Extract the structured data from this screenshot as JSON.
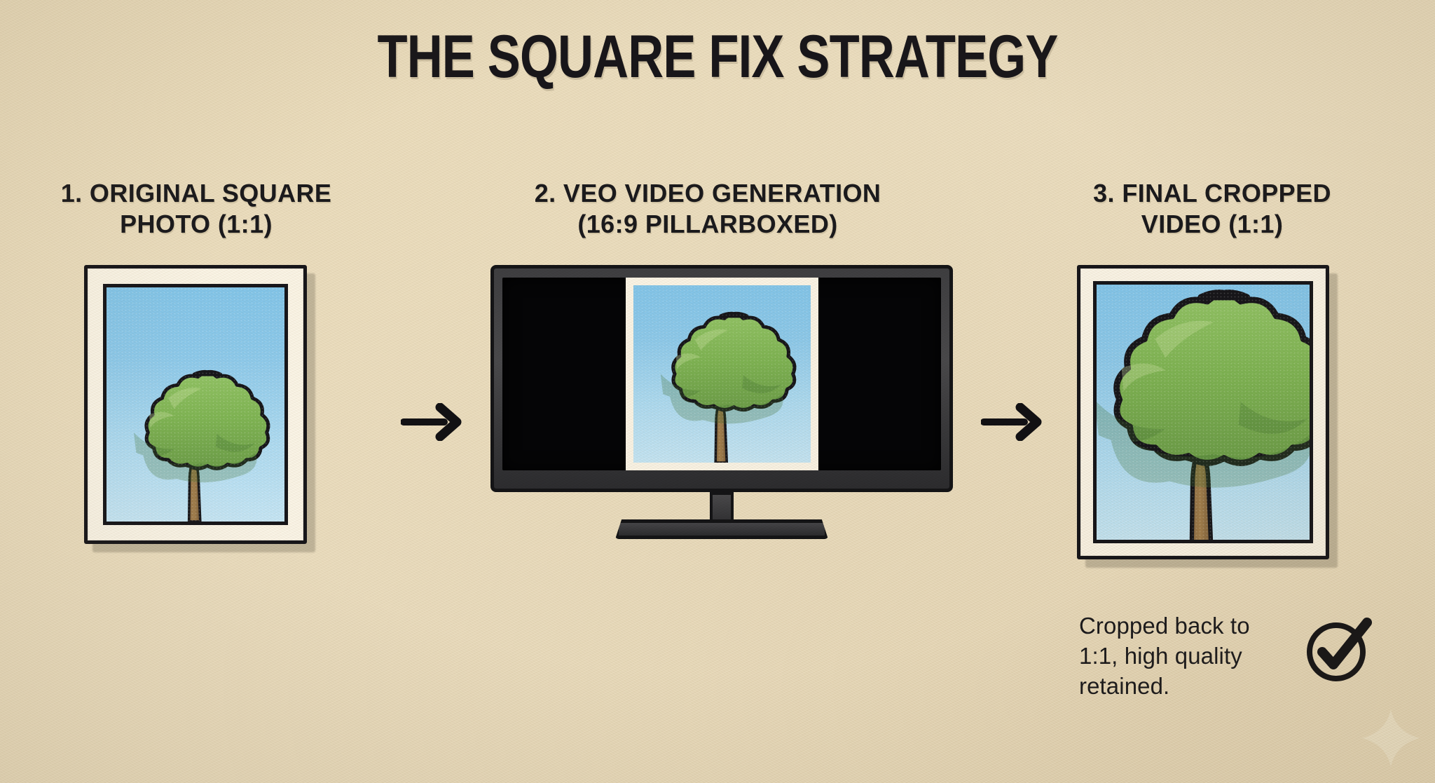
{
  "page": {
    "title": "THE SQUARE FIX STRATEGY",
    "background_color": "#ecdfc2",
    "ink_color": "#18161a"
  },
  "steps": [
    {
      "id": "original-square-photo",
      "heading_line1": "1. ORIGINAL SQUARE",
      "heading_line2": "PHOTO (1:1)",
      "aspect_ratio": "1:1",
      "visual": "framed-photo-of-tree"
    },
    {
      "id": "veo-video-generation",
      "heading_line1": "2. VEO VIDEO GENERATION",
      "heading_line2": "(16:9 PILLARBOXED)",
      "aspect_ratio": "16:9",
      "visual": "television-with-pillarboxed-square-photo"
    },
    {
      "id": "final-cropped-video",
      "heading_line1": "3. FINAL CROPPED",
      "heading_line2": "VIDEO (1:1)",
      "aspect_ratio": "1:1",
      "visual": "framed-photo-of-tree-cropped"
    }
  ],
  "arrows": {
    "first_label": "arrow pointing right",
    "second_label": "arrow pointing right"
  },
  "caption": {
    "line1": "Cropped back to",
    "line2": "1:1, high quality",
    "line3": "retained.",
    "full_text": "Cropped back to 1:1, high quality retained.",
    "icon": "check-circle-icon"
  },
  "decoration": {
    "sparkle": "four-point-sparkle"
  },
  "palette": {
    "paper": "#ecdfc2",
    "ink": "#18161a",
    "mat_white": "#fbf6ea",
    "sky_top": "#84c7ee",
    "sky_bottom": "#c6e7f8",
    "foliage_light": "#8cc05f",
    "foliage_mid": "#79b051",
    "foliage_dark": "#63954a",
    "trunk": "#9b7a4f",
    "trunk_dark": "#6f5434",
    "tv_bezel": "#434346",
    "tv_screen": "#050506",
    "shadow": "#b7ac93"
  }
}
